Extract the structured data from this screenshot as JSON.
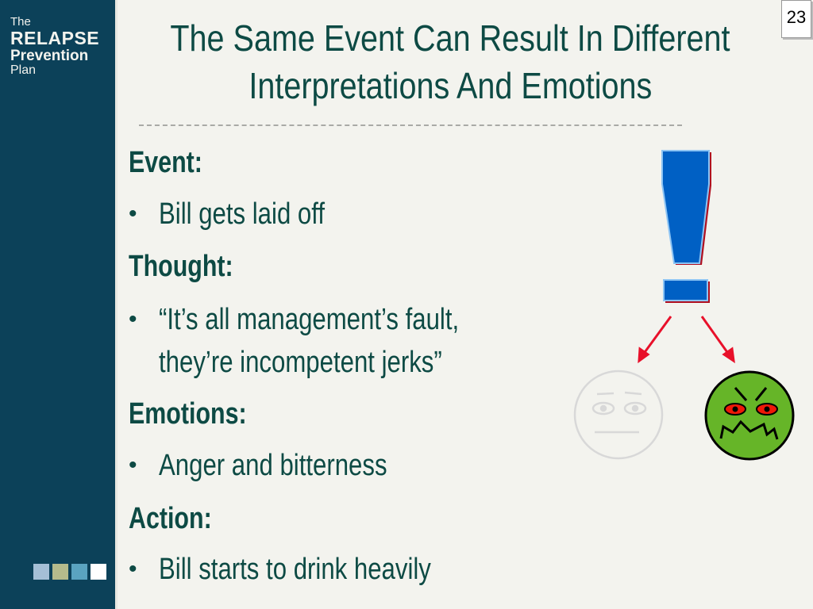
{
  "sidebar": {
    "logo": {
      "line1": "The",
      "line2": "RELAPSE",
      "line3": "Prevention",
      "line4": "Plan"
    },
    "squares": [
      "#a5bfd6",
      "#b5bb8c",
      "#5aa3c0",
      "#ffffff"
    ]
  },
  "slide": {
    "title_line1": "The Same Event Can Result In Different",
    "title_line2": "Interpretations And Emotions",
    "page_number": "23",
    "sections": [
      {
        "heading": "Event:",
        "bullets": [
          "Bill gets laid off"
        ]
      },
      {
        "heading": "Thought:",
        "bullets": [
          "“It’s all management’s fault,",
          "they’re incompetent jerks”"
        ]
      },
      {
        "heading": "Emotions:",
        "bullets": [
          "Anger and bitterness"
        ]
      },
      {
        "heading": "Action:",
        "bullets": [
          "Bill starts to drink heavily"
        ]
      }
    ],
    "bullet_char": "•"
  },
  "colors": {
    "text": "#0d4a44",
    "sidebar": "#0c4159",
    "exclamation": "#0060c4",
    "arrow": "#e8102a",
    "angry_face": "#66b528"
  }
}
